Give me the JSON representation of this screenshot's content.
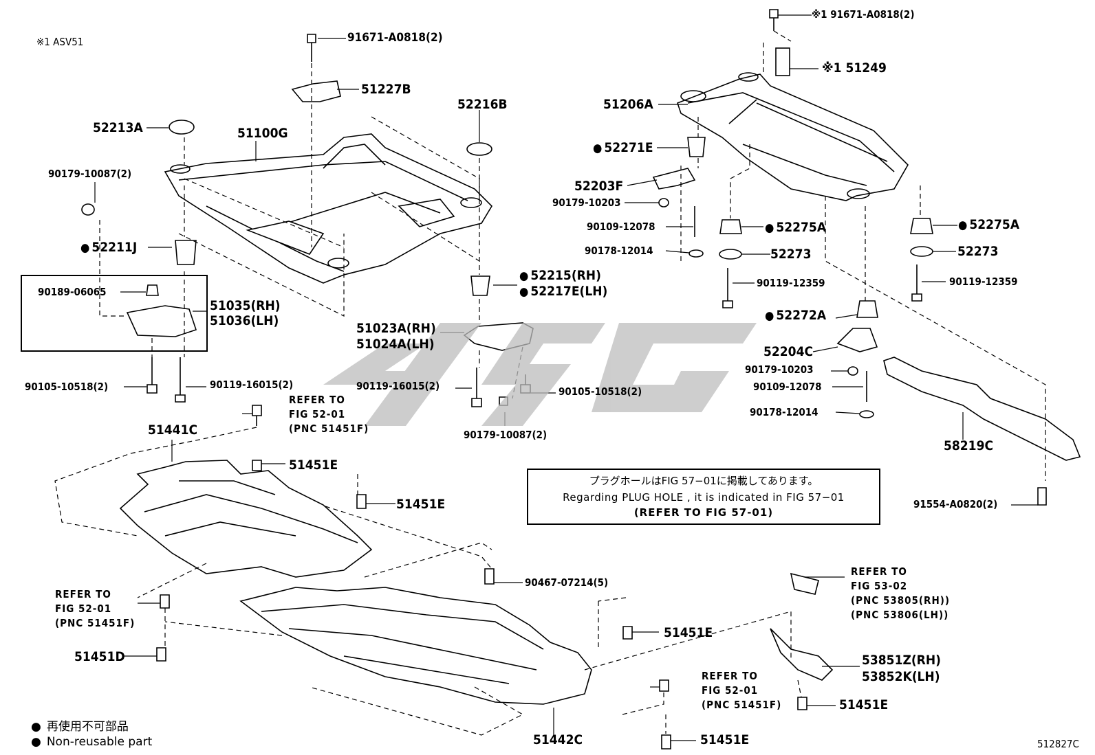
{
  "header": {
    "note": "※1 ASV51"
  },
  "figure_code": "512827C",
  "plug_note": {
    "line1": "プラグホールはFIG 57−01に掲載してあります。",
    "line2": "Regarding PLUG HOLE , it is indicated in FIG 57−01",
    "line3": "(REFER TO FIG 57-01)"
  },
  "legend": {
    "jp": "再使用不可部品",
    "en": "Non-reusable part"
  },
  "labels": {
    "p91671a": "91671-A0818(2)",
    "p51227b": "51227B",
    "p52216b": "52216B",
    "p52213a": "52213A",
    "p51100g": "51100G",
    "p90179_10087a": "90179-10087(2)",
    "p52211j": "52211J",
    "p90189": "90189-06065",
    "p51035": "51035(RH)",
    "p51036": "51036(LH)",
    "p90105a": "90105-10518(2)",
    "p90119_16015a": "90119-16015(2)",
    "p52215": "52215(RH)",
    "p52217e": "52217E(LH)",
    "p51023a": "51023A(RH)",
    "p51024a": "51024A(LH)",
    "p90119_16015b": "90119-16015(2)",
    "p90105b": "90105-10518(2)",
    "p90179_10087b": "90179-10087(2)",
    "p91671b": "※1 91671-A0818(2)",
    "p51249": "※1 51249",
    "p51206a": "51206A",
    "p52271e": "52271E",
    "p52203f": "52203F",
    "p90179_10203a": "90179-10203",
    "p90109_12078a": "90109-12078",
    "p90178_12014a": "90178-12014",
    "p52275a_1": "52275A",
    "p52273_1": "52273",
    "p90119_12359a": "90119-12359",
    "p52275a_2": "52275A",
    "p52273_2": "52273",
    "p90119_12359b": "90119-12359",
    "p52272a": "52272A",
    "p52204c": "52204C",
    "p90179_10203b": "90179-10203",
    "p90109_12078b": "90109-12078",
    "p90178_12014b": "90178-12014",
    "p58219c": "58219C",
    "p91554": "91554-A0820(2)",
    "p51441c": "51441C",
    "p51451e_1": "51451E",
    "p51451e_2": "51451E",
    "p90467": "90467-07214(5)",
    "p51451e_3": "51451E",
    "p51451d": "51451D",
    "p51442c": "51442C",
    "p53851z": "53851Z(RH)",
    "p53852k": "53852K(LH)",
    "p51451e_4": "51451E",
    "p51451e_5": "51451E",
    "ref1": "REFER TO\nFIG 52-01\n(PNC 51451F)",
    "ref2": "REFER TO\nFIG 52-01\n(PNC 51451F)",
    "ref3": "REFER TO\nFIG 52-01\n(PNC 51451F)",
    "ref4": "REFER TO\nFIG 53-02\n(PNC 53805(RH))\n(PNC 53806(LH))"
  }
}
